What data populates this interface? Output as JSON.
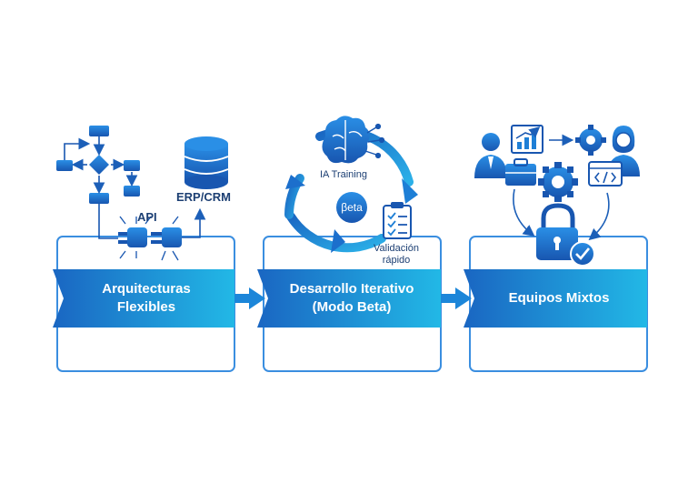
{
  "stages": [
    {
      "title_line1": "Arquitecturas",
      "title_line2": "Flexibles"
    },
    {
      "title_line1": "Desarrollo Iterativo",
      "title_line2": "(Modo Beta)"
    },
    {
      "title_line1": "Equipos Mixtos"
    }
  ],
  "labels": {
    "api": "API",
    "erp_crm": "ERP/CRM",
    "ia_training": "IA Training",
    "beta": "βeta",
    "validacion_line1": "Validación",
    "validacion_line2": "rápido"
  },
  "colors": {
    "dark_blue": "#1a66c2",
    "mid_blue": "#1c86d9",
    "light_cyan": "#22b8e6",
    "outline": "#3a8ee0",
    "text_dark": "#1c3f73"
  },
  "icons": [
    "flowchart-icon",
    "database-icon",
    "plug-icon",
    "brain-icon",
    "clipboard-checklist-icon",
    "cycle-arrows-icon",
    "person-icon",
    "chart-icon",
    "briefcase-icon",
    "gears-icon",
    "code-window-icon",
    "padlock-icon",
    "checkmark-icon"
  ]
}
